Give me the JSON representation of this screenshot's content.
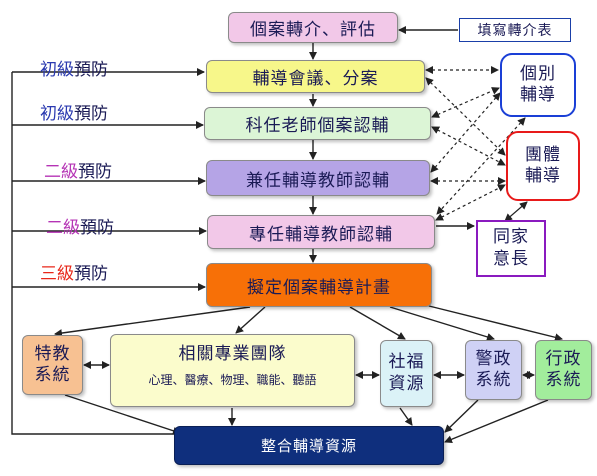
{
  "levels": [
    {
      "prefix": "初級",
      "suffix": "預防"
    },
    {
      "prefix": "初級",
      "suffix": "預防"
    },
    {
      "prefix": "二級",
      "suffix": "預防"
    },
    {
      "prefix": "二級",
      "suffix": "預防"
    },
    {
      "prefix": "三級",
      "suffix": "預防"
    }
  ],
  "nodes": {
    "referral": "個案轉介、評估",
    "referral_form": "填寫轉介表",
    "meeting": "輔導會議、分案",
    "subject_teacher": "科任老師個案認輔",
    "parttime_counselor": "兼任輔導教師認輔",
    "fulltime_counselor": "專任輔導教師認輔",
    "plan": "擬定個案輔導計畫",
    "individual": [
      "個別",
      "輔導"
    ],
    "group": [
      "團體",
      "輔導"
    ],
    "parent_consent": [
      "同家",
      "意長"
    ],
    "special_ed": [
      "特教",
      "系統"
    ],
    "team_title": "相關專業團隊",
    "team_members": "心理、醫療、物理、職能、聽語",
    "social_welfare": [
      "社福",
      "資源"
    ],
    "police": [
      "警政",
      "系統"
    ],
    "admin": [
      "行政",
      "系統"
    ],
    "integrate": "整合輔導資源"
  },
  "colors": {
    "pink": "#f2c8e8",
    "yellow": "#f7f78a",
    "light_green": "#dcf5d6",
    "lavender": "#b5a4e6",
    "orange": "#f77007",
    "peach": "#f7c192",
    "pale_yellow": "#fbfccc",
    "light_blue": "#dbf2f7",
    "periwinkle": "#cfd1f5",
    "green": "#a2ed9c",
    "navy": "#0f2f7d",
    "level_primary": "#2b3ab0",
    "level_secondary": "#b533b5",
    "level_tertiary": "#e8271a",
    "individual_border": "#1a3fd6",
    "group_border": "#e81a1a",
    "parent_border": "#8a1abf",
    "referral_form_border": "#1a3fa8"
  }
}
